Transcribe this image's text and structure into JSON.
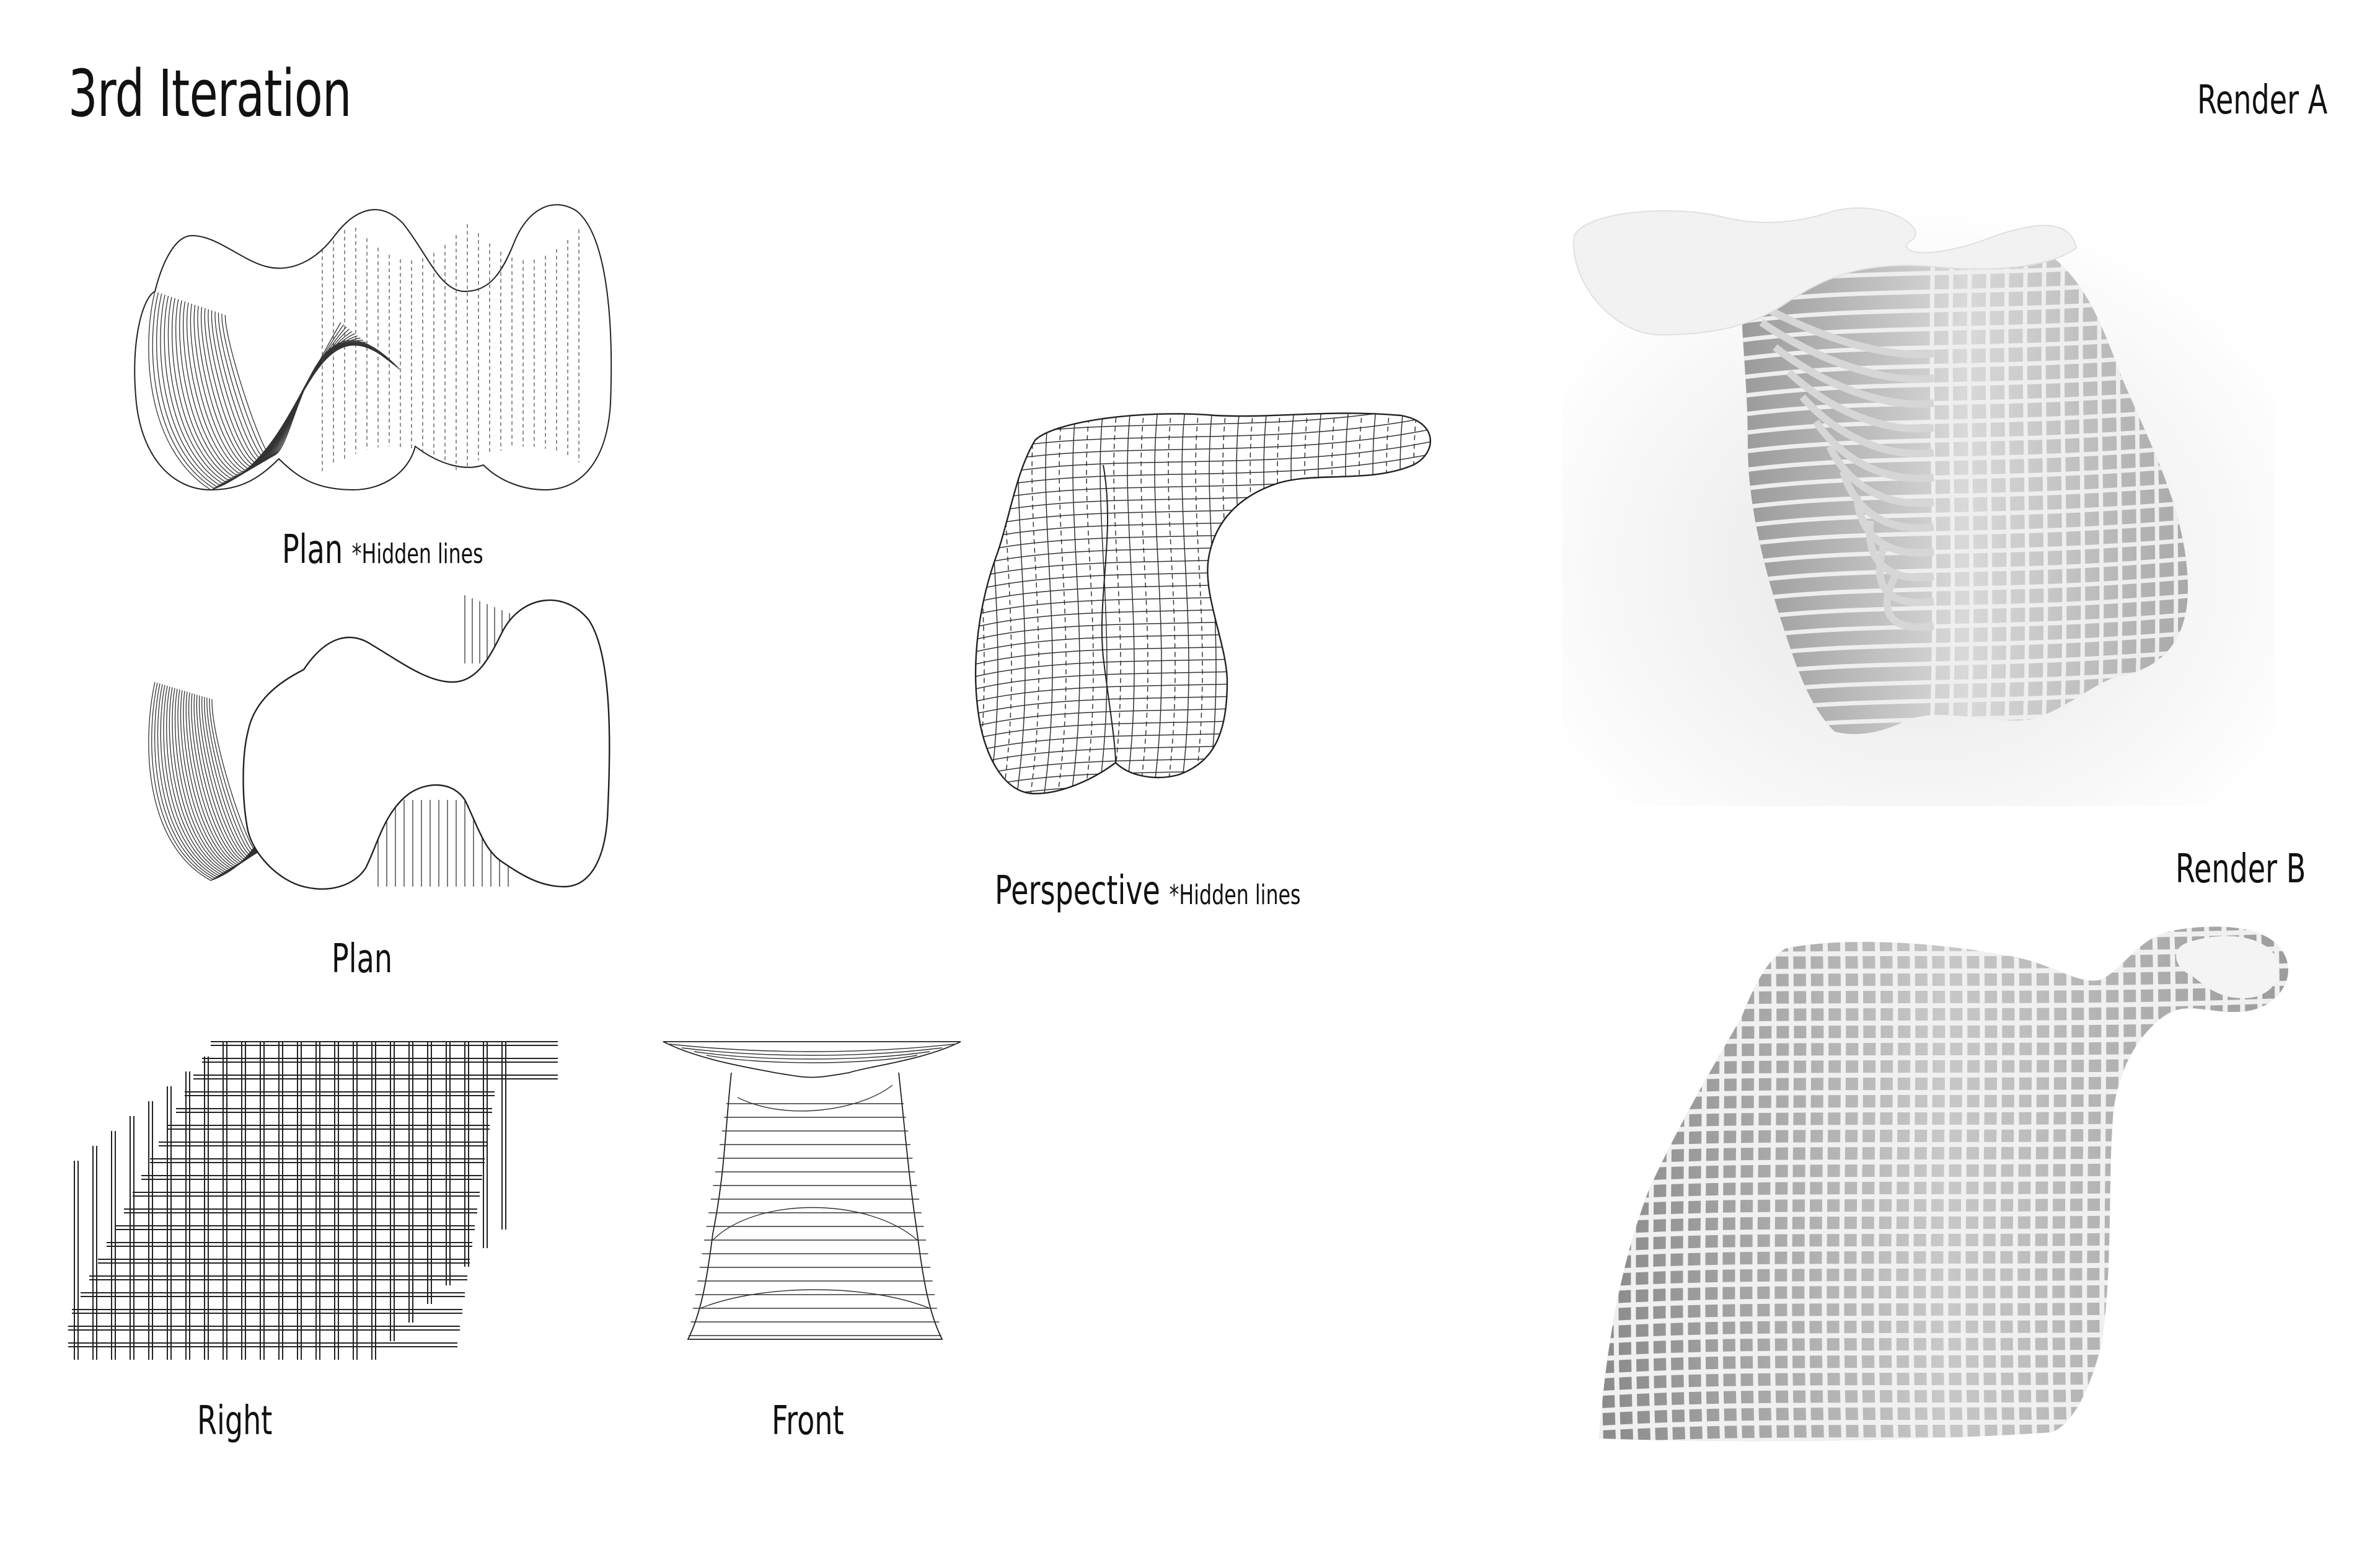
{
  "sheet": {
    "title": "3rd Iteration",
    "render_a": "Render A",
    "render_b": "Render B"
  },
  "captions": {
    "plan_hidden": {
      "main": "Plan",
      "note": "*Hidden lines"
    },
    "plan": "Plan",
    "perspective_hidden": {
      "main": "Perspective",
      "note": "*Hidden lines"
    },
    "right": "Right",
    "front": "Front"
  },
  "colors": {
    "line": "#222222",
    "render_surface": "#f2f2f2",
    "render_shadow": "#8a8a8a",
    "render_slat": "#6e6e6e"
  }
}
